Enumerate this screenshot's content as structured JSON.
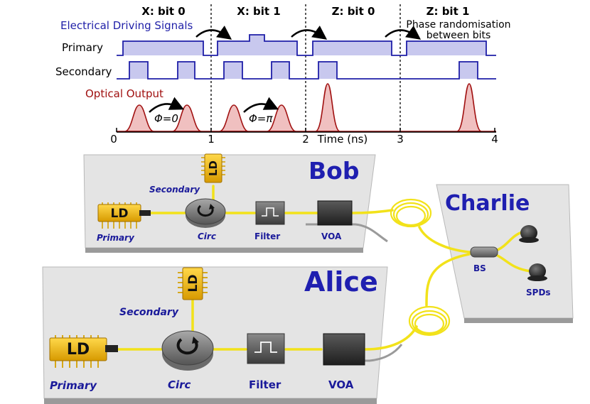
{
  "timing": {
    "bit_headers": [
      "X: bit 0",
      "X: bit 1",
      "Z: bit 0",
      "Z: bit 1"
    ],
    "electrical_title": "Electrical Driving Signals",
    "primary_label": "Primary",
    "secondary_label": "Secondary",
    "optical_title": "Optical Output",
    "phase_zero": "Φ=0",
    "phase_pi": "Φ=π",
    "phase_note_line1": "Phase randomisation",
    "phase_note_line2": "between bits",
    "axis_label": "Time (ns)",
    "ticks": [
      "0",
      "1",
      "2",
      "3",
      "4"
    ]
  },
  "setup": {
    "bob": {
      "name": "Bob",
      "ld": "LD",
      "secondary": "Secondary",
      "primary": "Primary",
      "circ": "Circ",
      "filter": "Filter",
      "voa": "VOA"
    },
    "alice": {
      "name": "Alice",
      "ld": "LD",
      "secondary": "Secondary",
      "primary": "Primary",
      "circ": "Circ",
      "filter": "Filter",
      "voa": "VOA"
    },
    "charlie": {
      "name": "Charlie",
      "bs": "BS",
      "spds": "SPDs"
    }
  },
  "colors": {
    "electrical": "#1f1fa8",
    "electrical_fill": "#c8c8ee",
    "optical": "#a01010",
    "optical_fill": "#f0c0c0",
    "fiber": "#f2e21a",
    "party_text": "#1f1fb0"
  }
}
